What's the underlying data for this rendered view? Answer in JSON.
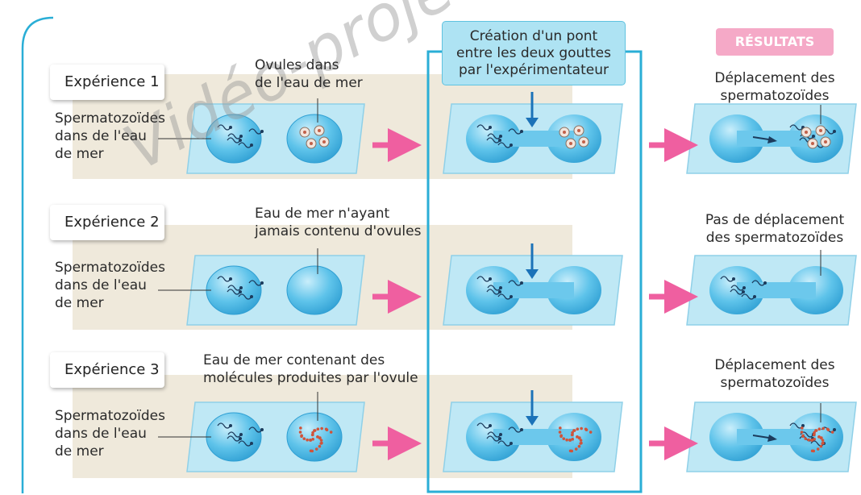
{
  "experiments": [
    {
      "badge": "Expérience 1",
      "left_label": [
        "Spermatozoïdes",
        "dans de l'eau",
        "de mer"
      ],
      "top_label": [
        "Ovules dans",
        "de l'eau de mer"
      ],
      "result_label": [
        "Déplacement des",
        "spermatozoïdes"
      ]
    },
    {
      "badge": "Expérience 2",
      "left_label": [
        "Spermatozoïdes",
        "dans de l'eau",
        "de mer"
      ],
      "top_label": [
        "Eau de mer n'ayant",
        "jamais contenu d'ovules"
      ],
      "result_label": [
        "Pas de déplacement",
        "des spermatozoïdes"
      ]
    },
    {
      "badge": "Expérience 3",
      "left_label": [
        "Spermatozoïdes",
        "dans de l'eau",
        "de mer"
      ],
      "top_label": [
        "Eau de mer contenant des",
        "molécules produites par l'ovule"
      ],
      "result_label": [
        "Déplacement des",
        "spermatozoïdes"
      ]
    }
  ],
  "bridge_label": [
    "Création d'un pont",
    "entre les deux gouttes",
    "par l'expérimentateur"
  ],
  "results_header": "RÉSULTATS",
  "watermark": "Vidéo-projection",
  "colors": {
    "accent_frame": "#2aaed6",
    "band": "#efe9db",
    "slide": "#bfe8f5",
    "drop": "#4db8e3",
    "arrow_pink": "#ef5fa0",
    "arrow_blue": "#1b72b8",
    "results_pink": "#f5a9c7",
    "callout_bg": "#aee3f3"
  }
}
